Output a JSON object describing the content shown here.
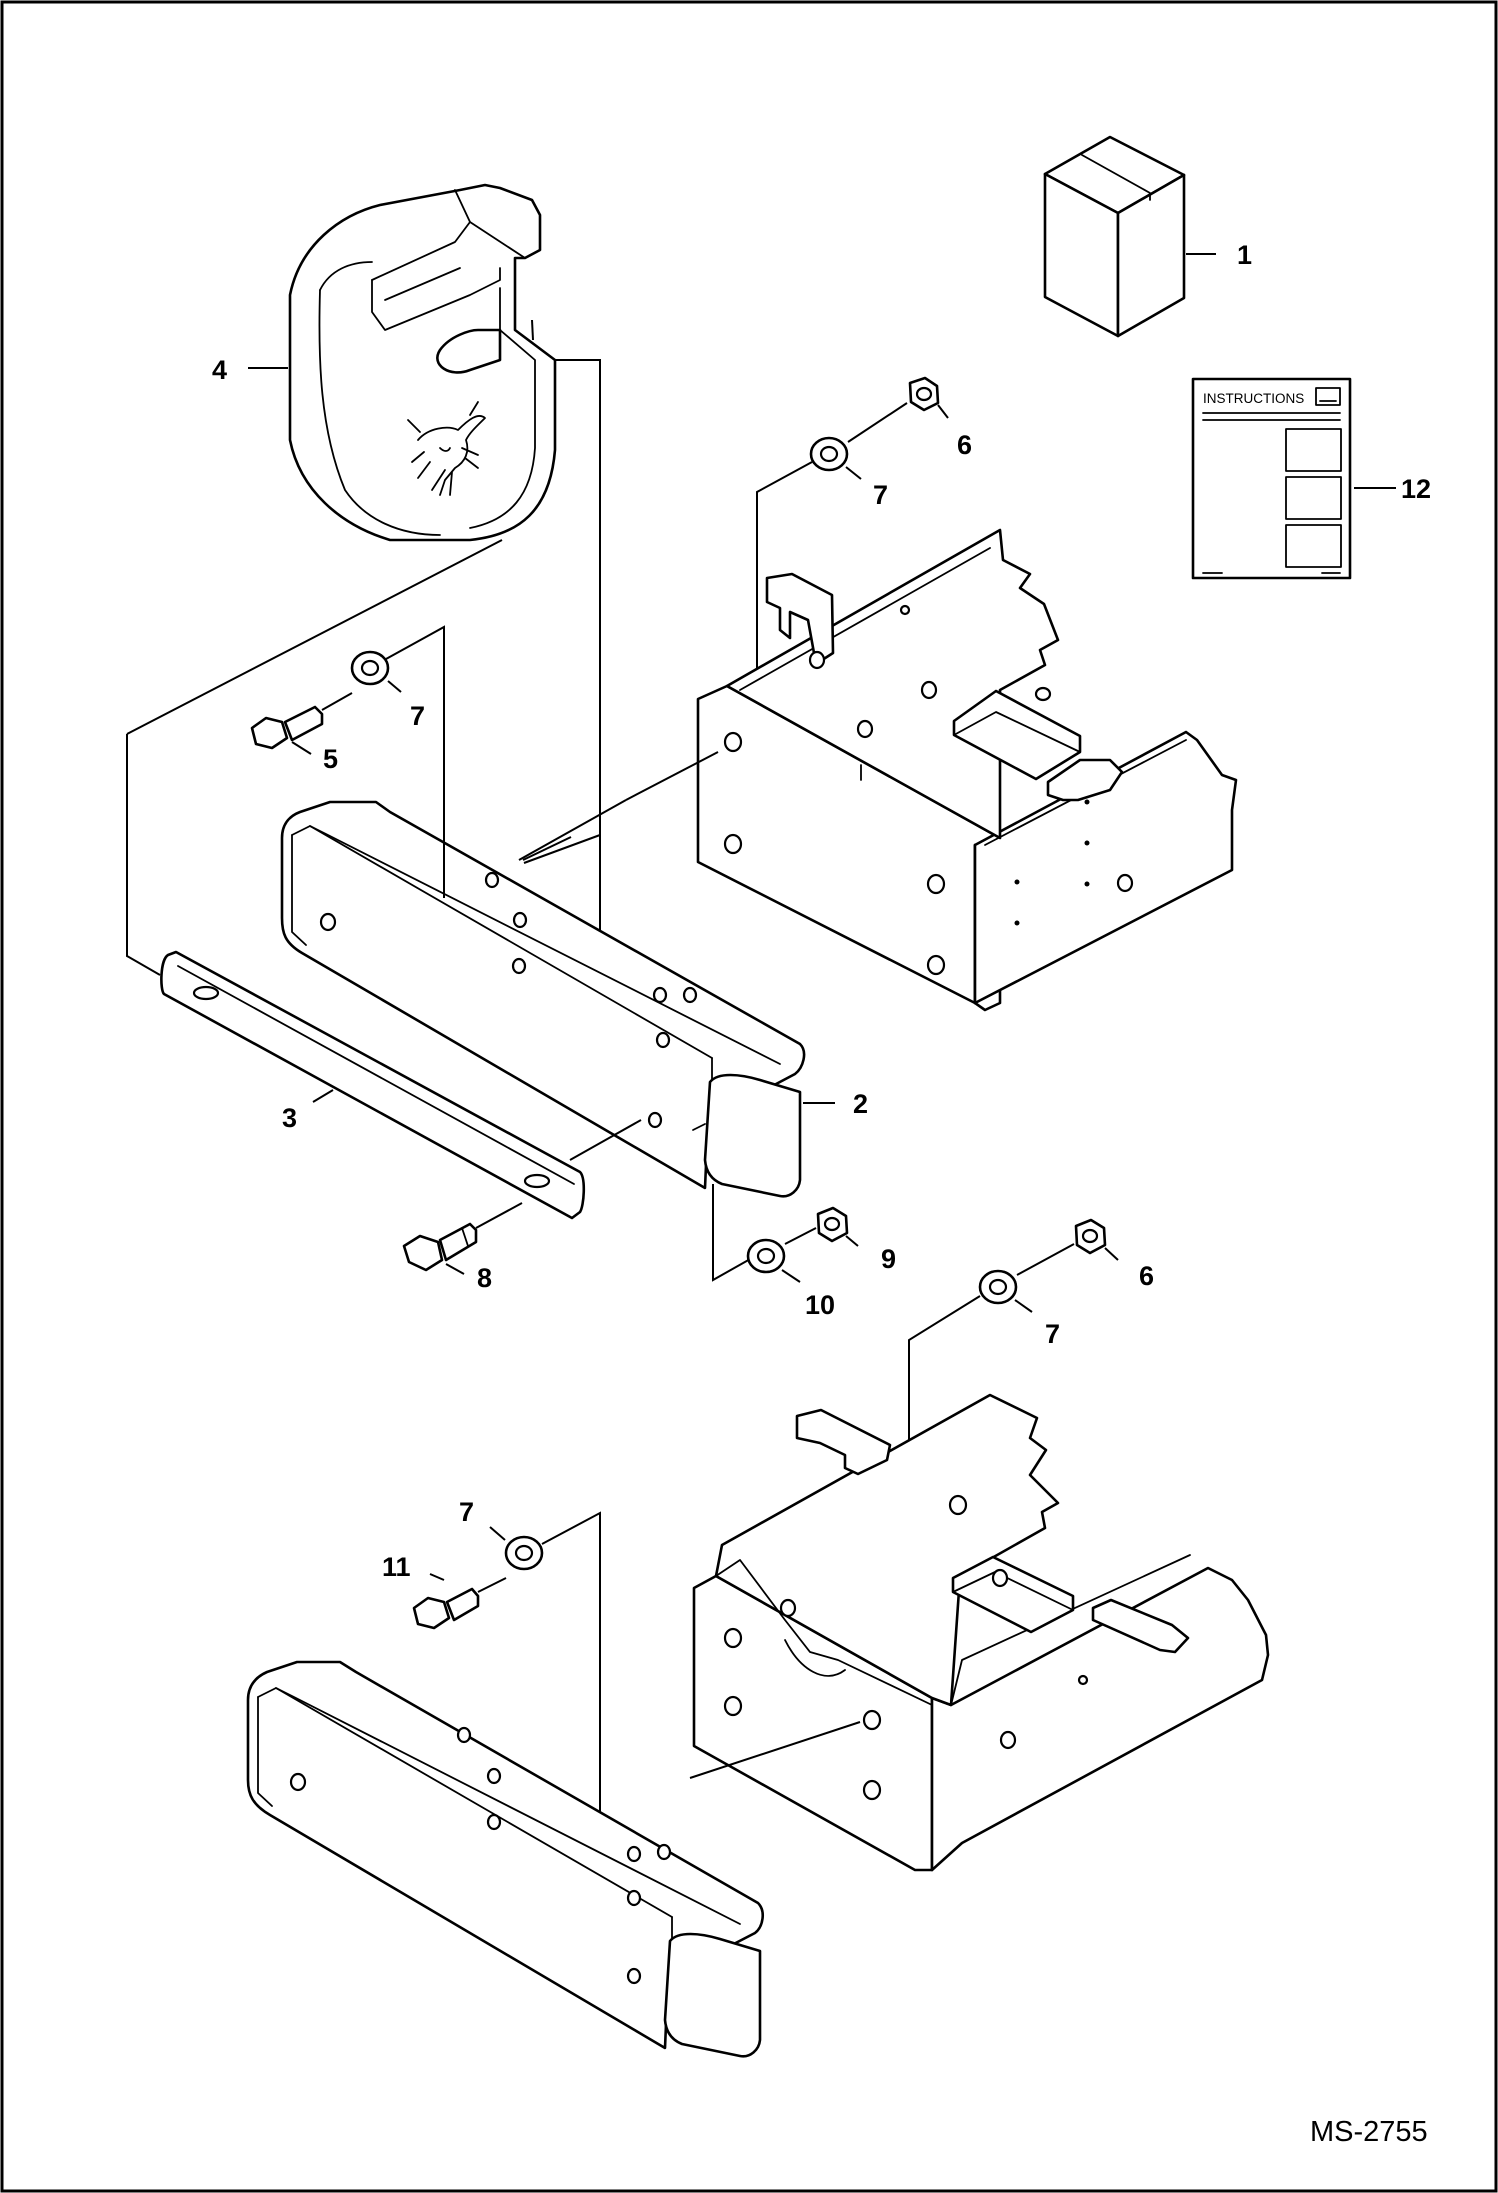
{
  "figure_ref": "MS-2755",
  "instruction_sheet_title": "INSTRUCTIONS",
  "callouts": [
    {
      "id": "c1",
      "label": "1"
    },
    {
      "id": "c12",
      "label": "12"
    },
    {
      "id": "c4",
      "label": "4"
    },
    {
      "id": "c6a",
      "label": "6"
    },
    {
      "id": "c7a",
      "label": "7"
    },
    {
      "id": "c7b",
      "label": "7"
    },
    {
      "id": "c5",
      "label": "5"
    },
    {
      "id": "c2",
      "label": "2"
    },
    {
      "id": "c3",
      "label": "3"
    },
    {
      "id": "c8",
      "label": "8"
    },
    {
      "id": "c9",
      "label": "9"
    },
    {
      "id": "c10",
      "label": "10"
    },
    {
      "id": "c6b",
      "label": "6"
    },
    {
      "id": "c7c",
      "label": "7"
    },
    {
      "id": "c7d",
      "label": "7"
    },
    {
      "id": "c11",
      "label": "11"
    }
  ]
}
